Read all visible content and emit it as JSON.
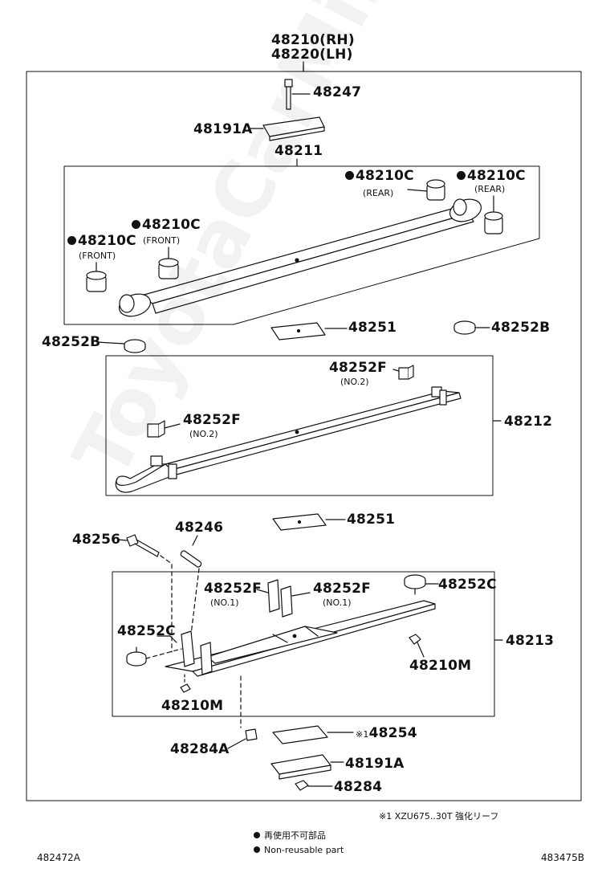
{
  "header": {
    "part_rh": "48210(RH)",
    "part_lh": "48220(LH)"
  },
  "labels": {
    "p48247": "48247",
    "p48191A_top": "48191A",
    "p48211": "48211",
    "p48210C_rear_1": "48210C",
    "p48210C_rear_2": "48210C",
    "p48210C_front_1": "48210C",
    "p48210C_front_2": "48210C",
    "rear": "(REAR)",
    "front": "(FRONT)",
    "p48252B_left": "48252B",
    "p48251_top": "48251",
    "p48252B_right": "48252B",
    "p48252F_a": "48252F",
    "p48252F_b": "48252F",
    "no2": "(NO.2)",
    "p48212": "48212",
    "p48251_mid": "48251",
    "p48256": "48256",
    "p48246": "48246",
    "p48252F_c": "48252F",
    "p48252F_d": "48252F",
    "no1": "(NO.1)",
    "p48252C_right": "48252C",
    "p48252C_left": "48252C",
    "p48213": "48213",
    "p48210M_right": "48210M",
    "p48210M_left": "48210M",
    "p48284A": "48284A",
    "p48254": "48254",
    "note_mark": "※1",
    "p48191A_bottom": "48191A",
    "p48284": "48284"
  },
  "notes": {
    "footnote": "※1  XZU675..30T 強化リーフ",
    "legend_jp": "再使用不可部品",
    "legend_en": "Non-reusable part",
    "code_left": "482472A",
    "code_right": "483475B"
  },
  "watermark": "ToyotaCarMinor.ru",
  "colors": {
    "line": "#111111",
    "background": "#ffffff"
  }
}
